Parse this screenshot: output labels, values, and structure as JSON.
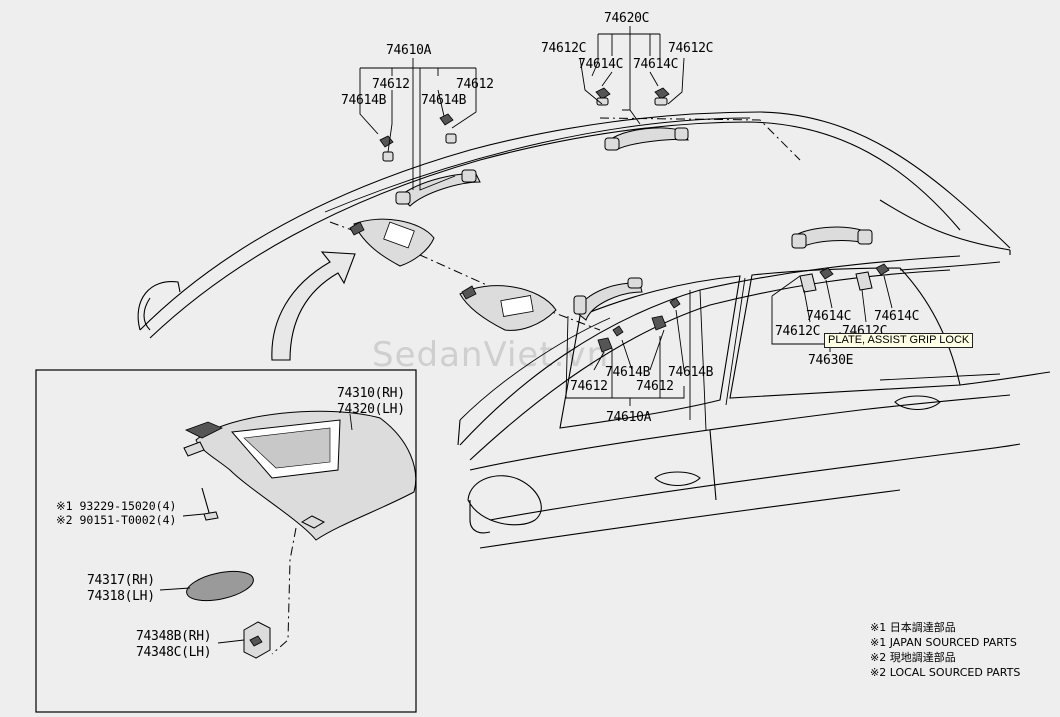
{
  "watermark": "SedanViet.vn",
  "tooltip": "PLATE, ASSIST GRIP LOCK",
  "labels": {
    "grp_74620c": "74620C",
    "c_74612c_l": "74612C",
    "c_74612c_r": "74612C",
    "c_74614c_l": "74614C",
    "c_74614c_r": "74614C",
    "grp_74610a_top": "74610A",
    "a_74612_l": "74612",
    "a_74612_r": "74612",
    "a_74614b_l": "74614B",
    "a_74614b_r": "74614B",
    "side_74612_l": "74612",
    "side_74614b_mid": "74614B",
    "side_74612_r": "74612",
    "side_74614b_r": "74614B",
    "grp_74610a_side": "74610A",
    "e_74614c_l": "74614C",
    "e_74614c_r": "74614C",
    "e_74612c_l": "74612C",
    "e_74612c_r": "74612C",
    "grp_74630e": "74630E",
    "visor_rh": "74310(RH)",
    "visor_lh": "74320(LH)",
    "screw_1": "※1 93229-15020(4)",
    "screw_2": "※2 90151-T0002(4)",
    "mirror_rh": "74317(RH)",
    "mirror_lh": "74318(LH)",
    "holder_rh": "74348B(RH)",
    "holder_lh": "74348C(LH)"
  },
  "notes": [
    "※1 日本調達部品",
    "※1 JAPAN SOURCED PARTS",
    "※2 現地調達部品",
    "※2 LOCAL SOURCED PARTS"
  ]
}
